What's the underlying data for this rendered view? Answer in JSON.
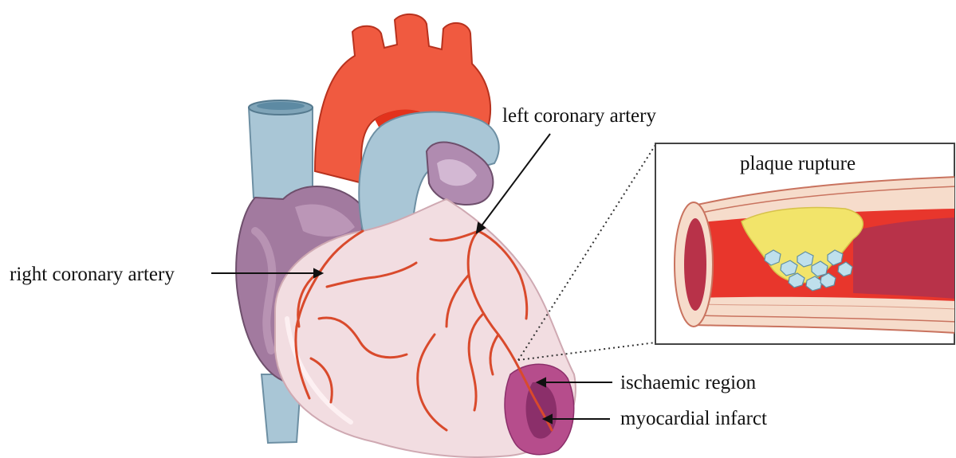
{
  "labels": {
    "left_coronary": "left coronary artery",
    "right_coronary": "right coronary artery",
    "ischaemic": "ischaemic region",
    "infarct": "myocardial infarct",
    "plaque": "plaque rupture"
  },
  "colors": {
    "aorta": "#f05a40",
    "aorta_dark": "#e2321c",
    "vein": "#a9c6d6",
    "vein_dark": "#7fa4b8",
    "atrium": "#a27a9f",
    "atrium_light": "#c6a3c2",
    "ventricle": "#f2dde1",
    "ventricle_edge": "#cfa9b2",
    "artery": "#d94a2c",
    "infarct": "#b64d8c",
    "infarct_dark": "#8b2f6a",
    "lumen": "#e8362c",
    "lumen_dark": "#b83249",
    "plaque_fat": "#f2e46a",
    "plaque_crystal": "#bfe0ec",
    "wall": "#f6dccb",
    "wall_line": "#c9735f",
    "inset_border": "#444444"
  }
}
